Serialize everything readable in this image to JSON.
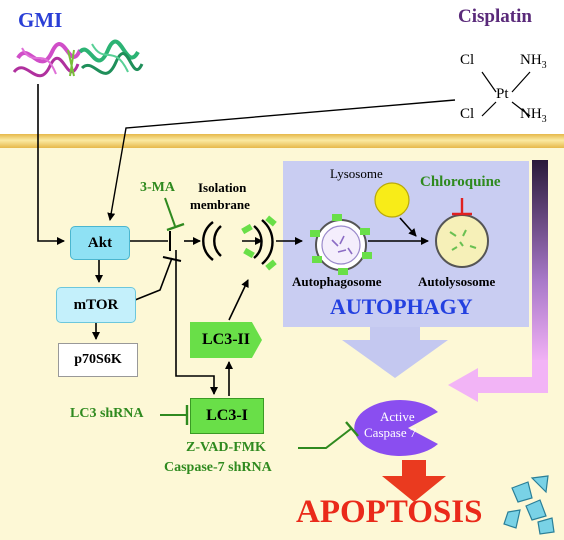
{
  "stimuli": {
    "gmi": "GMI",
    "cisplatin": "Cisplatin"
  },
  "cisplatin_formula": {
    "cl_top": "Cl",
    "nh3_top": "NH",
    "sub3_top": "3",
    "pt": "Pt",
    "cl_bottom": "Cl",
    "nh3_bottom": "NH",
    "sub3_bottom": "3"
  },
  "nodes": {
    "akt": "Akt",
    "mtor": "mTOR",
    "p70s6k": "p70S6K",
    "lc3_ii": "LC3-II",
    "lc3_i": "LC3-I",
    "isolation_membrane_line1": "Isolation",
    "isolation_membrane_line2": "membrane",
    "autophagosome": "Autophagosome",
    "lysosome": "Lysosome",
    "autolysosome": "Autolysosome",
    "autophagy": "AUTOPHAGY",
    "active_caspase_line1": "Active",
    "active_caspase_line2": "Caspase 7",
    "apoptosis": "APOPTOSIS"
  },
  "inhibitors": {
    "three_ma": "3-MA",
    "chloroquine": "Chloroquine",
    "lc3_shrna": "LC3 shRNA",
    "zvad_fmk": "Z-VAD-FMK",
    "caspase7_shrna": "Caspase-7 shRNA"
  },
  "colors": {
    "gmi_title": "#2a3fd6",
    "cisplatin_title": "#5a2a7a",
    "inhibitor_text": "#2f8a1f",
    "autophagy_text": "#2340e0",
    "apoptosis_text": "#ea2a1a",
    "caspase": "#8a4ef0",
    "lc3_box": "#69df48",
    "akt_box": "#8fe1f4",
    "cell": "#fdf8d6",
    "autophagy_panel": "#c9cdf2"
  }
}
